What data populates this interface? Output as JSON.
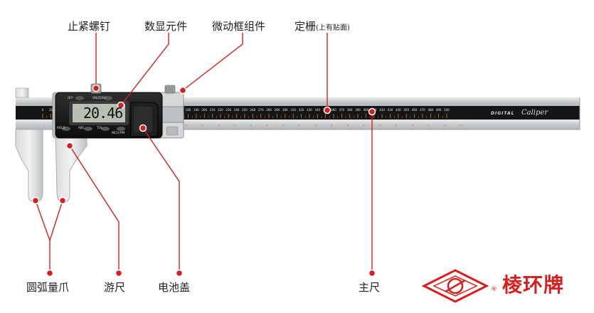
{
  "labels": {
    "lock_screw": "止紧螺钉",
    "digital_unit": "数显元件",
    "fine_adjust": "微动框组件",
    "fixed_grid": "定栅",
    "fixed_grid_note": "(上有贴面)",
    "arc_jaw": "圆弧量爪",
    "vernier": "游尺",
    "battery_cover": "电池盖",
    "main_scale": "主尺"
  },
  "display": {
    "reading": "20.46",
    "unit": "mm",
    "buttons": [
      "OFF",
      "ON/ZERO",
      "HOLD",
      "ABS",
      "TOL",
      "INCH MM"
    ]
  },
  "scale": {
    "start": 0,
    "end": 500,
    "major_step": 10,
    "label_step": 10
  },
  "beam_text": {
    "digital": "DIGITAL",
    "caliper": "Caliper"
  },
  "brand": {
    "name": "棱环牌",
    "reg": "®",
    "color": "#d81e1e"
  },
  "colors": {
    "callout": "#d81e1e",
    "scale_tick": "#e07a2a",
    "steel": "#c9ccce",
    "body": "#1a1a1a"
  }
}
